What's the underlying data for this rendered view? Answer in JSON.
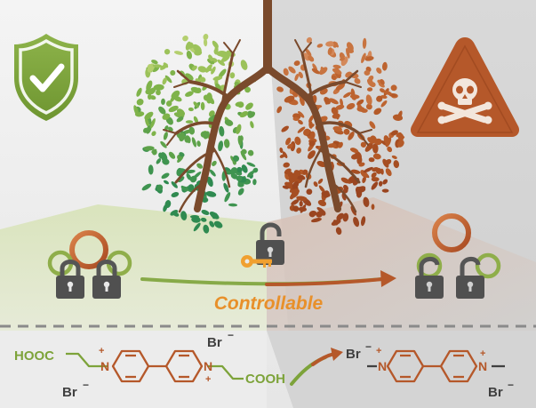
{
  "controllable_label": "Controllable",
  "colors": {
    "green": "#7da33a",
    "green_dark": "#5f8a2a",
    "orange": "#e8902a",
    "rust": "#b5582a",
    "rust_dark": "#9e4620",
    "trachea": "#7a4a2c",
    "lock": "#505050",
    "key": "#f0a030",
    "dash": "#8a8a8a"
  },
  "icons": {
    "left": "shield-check-icon",
    "right": "skull-warning-icon",
    "center": "open-lock-key-icon"
  },
  "chem_left": {
    "acid_top": "HOOC",
    "acid_bottom": "COOH",
    "counterion_top": "Br",
    "counterion_bottom": "Br",
    "charge_minus": "−",
    "charge_plus": "+",
    "nitrogen": "N"
  },
  "chem_right": {
    "counterion_top": "Br",
    "counterion_bottom": "Br",
    "charge_minus": "−",
    "charge_plus": "+",
    "nitrogen": "N"
  }
}
